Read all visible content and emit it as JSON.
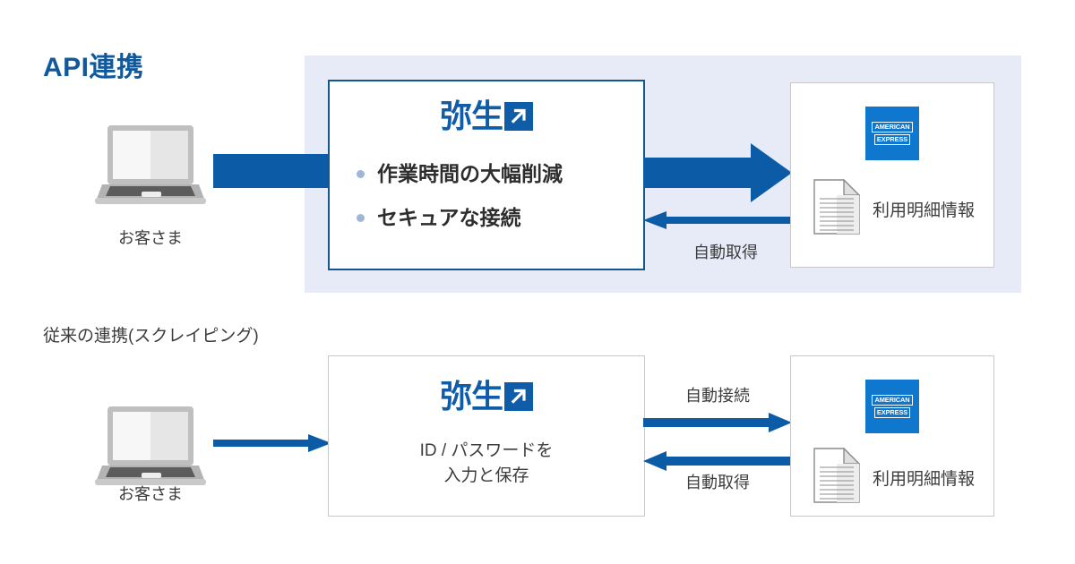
{
  "page": {
    "background": "#ffffff",
    "accent_blue": "#0f5ca8",
    "panel_blue": "#e7ebf7",
    "amex_blue": "#1077cf"
  },
  "sections": {
    "api": {
      "title": "API連携",
      "customer_label": "お客さま",
      "brand": {
        "name": "弥生",
        "mark_icon": "arrow-up-right-box-icon"
      },
      "benefits": [
        "作業時間の大幅削減",
        "セキュア な接続"
      ],
      "benefit_1": "作業時間の大幅削減",
      "benefit_2": "セキュアな接続",
      "arrow_to_yayoi": "thick-arrow-right-icon",
      "arrow_to_card": "thick-arrow-right-icon",
      "arrow_from_card": "thin-arrow-left-icon",
      "arrow_from_card_label": "自動取得",
      "card_brand_icon": "american-express-logo",
      "card_brand_line1": "AMERICAN",
      "card_brand_line2": "EXPRESS",
      "statement_icon": "document-icon",
      "statement_label": "利用明細情報"
    },
    "legacy": {
      "title": "従来の連携(スクレイピング)",
      "customer_label": "お客さま",
      "brand": {
        "name": "弥生",
        "mark_icon": "arrow-up-right-box-icon"
      },
      "caption_line1": "ID / パスワードを",
      "caption_line2": "入力と保存",
      "arrow_to_yayoi": "thin-arrow-right-icon",
      "arrow_to_card": "thin-arrow-right-icon",
      "arrow_to_card_label": "自動接続",
      "arrow_from_card": "thin-arrow-left-icon",
      "arrow_from_card_label": "自動取得",
      "card_brand_icon": "american-express-logo",
      "card_brand_line1": "AMERICAN",
      "card_brand_line2": "EXPRESS",
      "statement_icon": "document-icon",
      "statement_label": "利用明細情報"
    }
  }
}
